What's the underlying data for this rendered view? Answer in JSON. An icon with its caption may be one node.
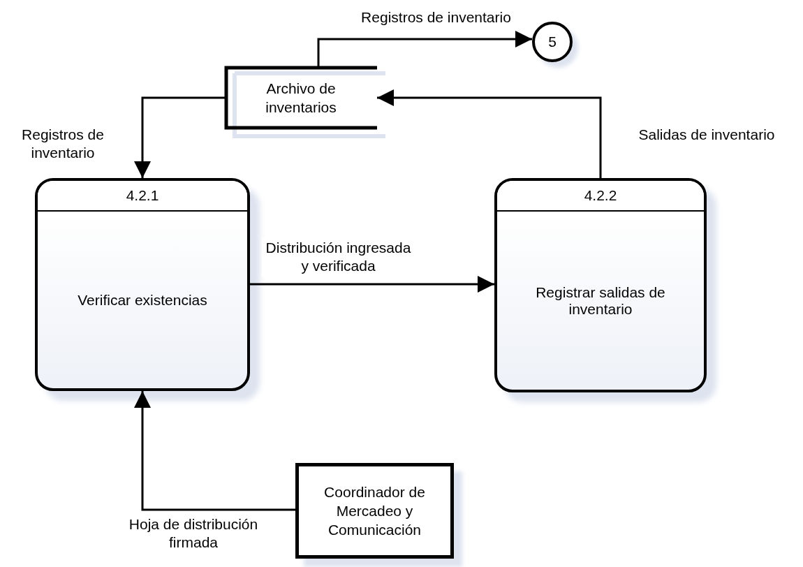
{
  "diagram": {
    "nodes": [
      {
        "text": [
          "Archivo de inventarios"
        ]
      },
      {
        "text": [
          "5"
        ]
      },
      {
        "text": [
          "4.2.1",
          "Verificar existencias"
        ]
      },
      {
        "text": [
          "4.2.2",
          "Registrar salidas de inventario"
        ]
      },
      {
        "text": [
          "Coordinador de Mercadeo y Comunicación"
        ]
      }
    ],
    "edges": [
      {
        "from": 0,
        "to": 1,
        "arrow": "to",
        "label": "Registros de inventario"
      },
      {
        "from": 0,
        "to": 2,
        "arrow": "to",
        "label": "Registros de inventario"
      },
      {
        "from": 3,
        "to": 0,
        "arrow": "to",
        "label": "Salidas de inventario"
      },
      {
        "from": 2,
        "to": 3,
        "arrow": "to",
        "label": "Distribución ingresada y verificada"
      },
      {
        "from": 4,
        "to": 2,
        "arrow": "to",
        "label": "Hoja de distribución firmada"
      }
    ]
  }
}
